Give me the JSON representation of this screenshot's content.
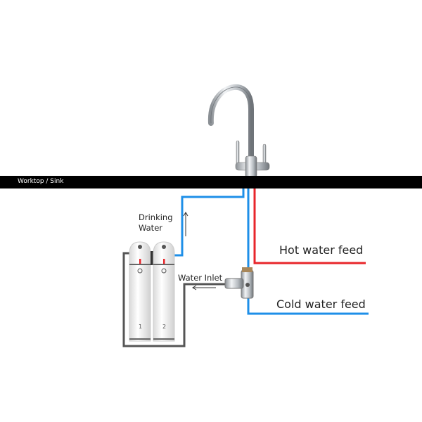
{
  "worktop_label": "Worktop / Sink",
  "labels": {
    "drinking_line1": "Drinking",
    "drinking_line2": "Water",
    "water_inlet": "Water Inlet",
    "hot_feed": "Hot water feed",
    "cold_feed": "Cold water feed"
  },
  "filters": [
    {
      "number": "1"
    },
    {
      "number": "2"
    }
  ],
  "colors": {
    "hot": "#e8262b",
    "cold": "#1e8fe8",
    "inlet": "#555555",
    "worktop": "#000000"
  }
}
